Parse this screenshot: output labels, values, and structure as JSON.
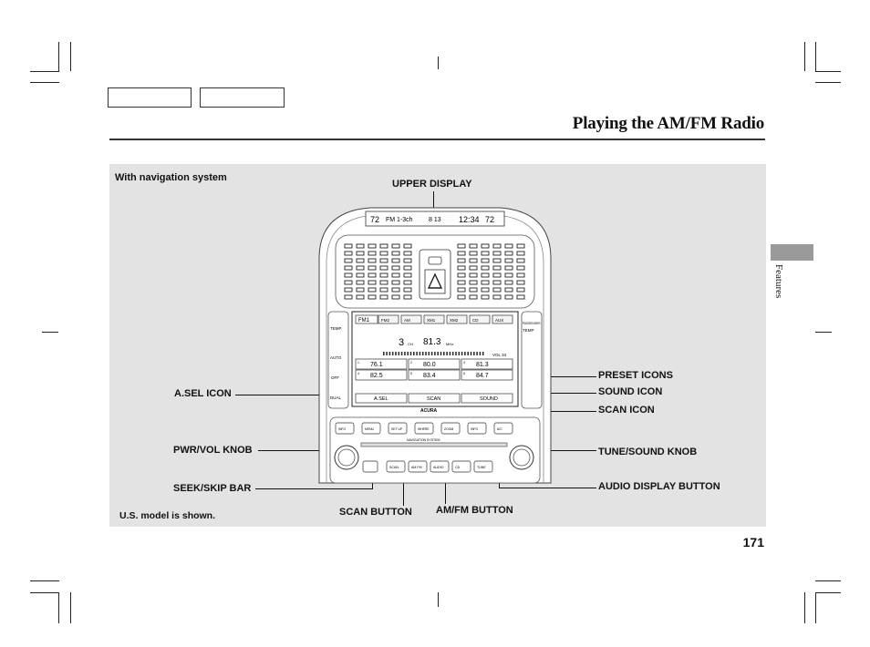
{
  "header": {
    "title": "Playing the AM/FM Radio"
  },
  "side_tab": {
    "label": "Features"
  },
  "figure": {
    "caption_top": "With navigation system",
    "caption_bottom": "U.S. model is shown.",
    "labels": {
      "upper_display": "UPPER DISPLAY",
      "preset_icons": "PRESET ICONS",
      "sound_icon": "SOUND ICON",
      "scan_icon": "SCAN ICON",
      "asel_icon": "A.SEL ICON",
      "pwr_vol_knob": "PWR/VOL KNOB",
      "tune_sound_knob": "TUNE/SOUND KNOB",
      "seek_skip_bar": "SEEK/SKIP BAR",
      "audio_display_button": "AUDIO DISPLAY BUTTON",
      "scan_button": "SCAN BUTTON",
      "am_fm_button": "AM/FM BUTTON"
    },
    "upper_display_text": {
      "temp_left": "72",
      "band": "FM 1-3ch",
      "track": "8 13",
      "clock": "12:34",
      "temp_right": "72"
    },
    "screen": {
      "tabs": [
        "FM1",
        "FM2",
        "AM",
        "XM1",
        "XM2",
        "CD",
        "AUX"
      ],
      "channel": "3",
      "channel_unit": "CH",
      "frequency": "81.3",
      "frequency_unit": "MHz",
      "volume": "VOL 34",
      "presets": [
        {
          "num": "1",
          "freq": "76.1"
        },
        {
          "num": "2",
          "freq": "80.0"
        },
        {
          "num": "3",
          "freq": "81.3"
        },
        {
          "num": "4",
          "freq": "82.5"
        },
        {
          "num": "5",
          "freq": "83.4"
        },
        {
          "num": "6",
          "freq": "84.7"
        }
      ],
      "soft_keys": [
        "A.SEL",
        "SCAN",
        "SOUND"
      ]
    },
    "brand": "ACURA",
    "system_name": "NAVIGATION SYSTEM",
    "hvac": {
      "temp": "TEMP",
      "auto": "AUTO",
      "off": "OFF",
      "dual": "DUAL",
      "passenger": "PASSENGER"
    },
    "nav_buttons": [
      "INFO",
      "MENU",
      "SET UP",
      "WHERE",
      "ZOOM",
      "INFO",
      "A/C"
    ],
    "audio_buttons": [
      "SCAN",
      "AM FM",
      "AUDIO",
      "CD",
      "TUNE"
    ]
  },
  "footer": {
    "page_number": "171"
  }
}
